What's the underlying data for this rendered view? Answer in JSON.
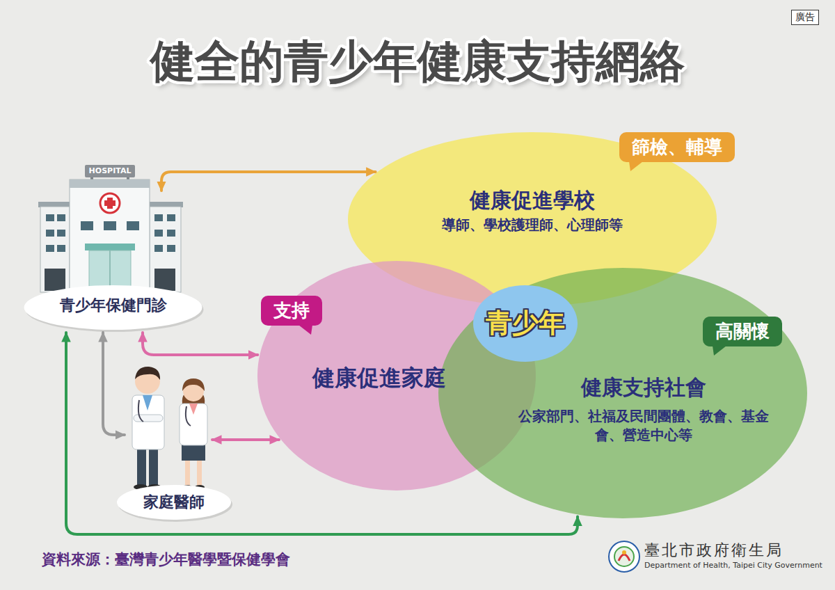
{
  "diagram": {
    "title": "健全的青少年健康支持網絡",
    "nodes": [
      {
        "text": [
          "健康促進學校",
          "導師、學校護理師、心理師等"
        ]
      },
      {
        "text": [
          "篩檢、輔導"
        ]
      },
      {
        "text": [
          "青少年保健門診"
        ]
      },
      {
        "text": [
          "支持"
        ]
      },
      {
        "text": [
          "健康促進家庭"
        ]
      },
      {
        "text": [
          "青少年"
        ]
      },
      {
        "text": [
          "高關懷"
        ]
      },
      {
        "text": [
          "健康支持社會",
          "公家部門、社福及民間團體、教會、基金會、營造中心等"
        ]
      },
      {
        "text": [
          "家庭醫師"
        ]
      }
    ],
    "edges": [
      {
        "from": 2,
        "to": 0,
        "arrow": "both"
      },
      {
        "from": 2,
        "to": 4,
        "arrow": "both"
      },
      {
        "from": 2,
        "to": 8,
        "arrow": "both"
      },
      {
        "from": 8,
        "to": 4,
        "arrow": "both"
      },
      {
        "from": 2,
        "to": 7,
        "arrow": "both"
      }
    ],
    "labels": [
      "廣告",
      "HOSPITAL",
      "資料來源：臺灣青少年醫學暨保健學會",
      "臺北市政府衛生局",
      "Department of Health, Taipei City Government"
    ]
  }
}
